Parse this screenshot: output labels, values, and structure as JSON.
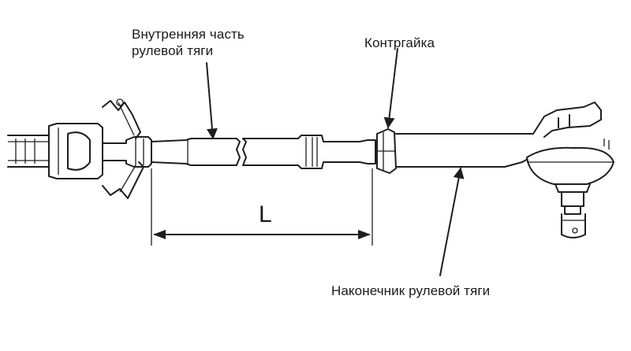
{
  "labels": {
    "inner_rod_line1": "Внутренняя часть",
    "inner_rod_line2": "рулевой тяги",
    "locknut": "Контргайка",
    "tie_rod_end": "Наконечник рулевой тяги",
    "dimension": "L"
  }
}
